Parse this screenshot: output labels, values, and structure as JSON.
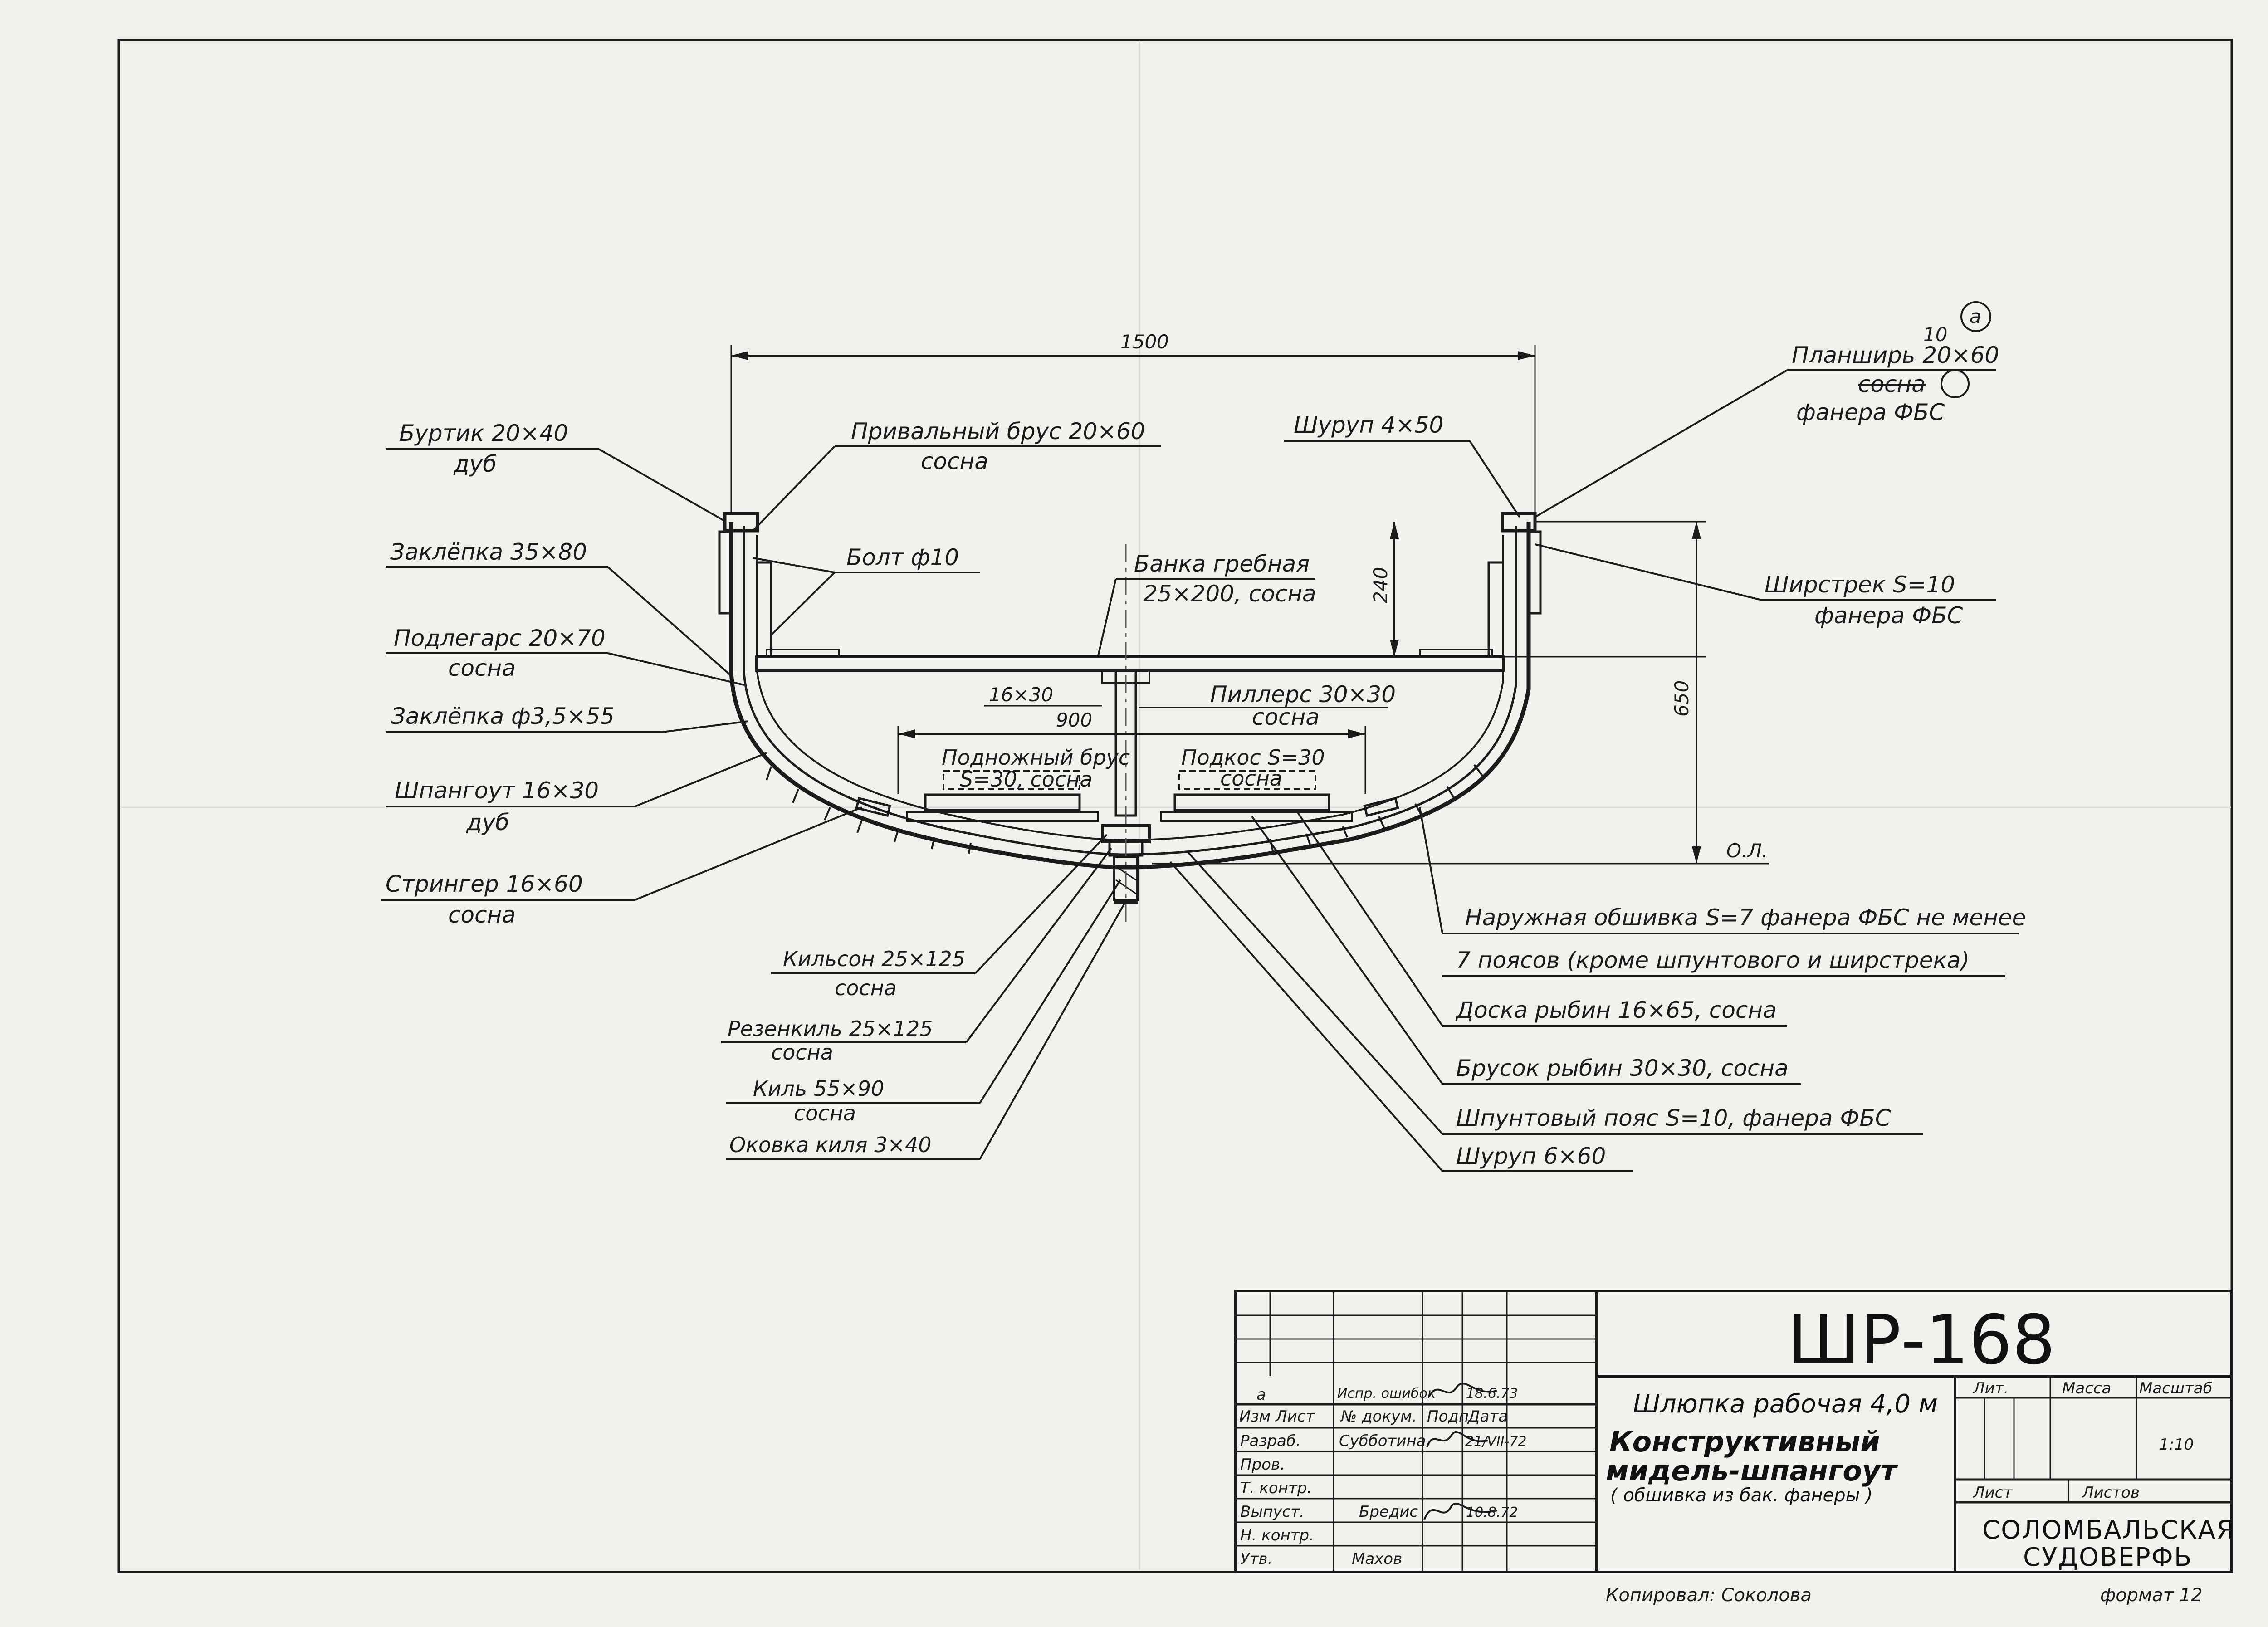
{
  "dimensions": {
    "width_1500": "1500",
    "height_240": "240",
    "height_650": "650",
    "width_900": "900",
    "pillar_16x30": "16×30",
    "baseline": "О.Л."
  },
  "labels_left": {
    "burtik_1": "Буртик 20×40",
    "burtik_2": "дуб",
    "privalny_1": "Привальный брус 20×60",
    "privalny_2": "сосна",
    "zaklepka_1": "Заклёпка 35×80",
    "bolt": "Болт ф10",
    "podlegars_1": "Подлегарс 20×70",
    "podlegars_2": "сосна",
    "zaklepka_2": "Заклёпка ф3,5×55",
    "shpangout_1": "Шпангоут 16×30",
    "shpangout_2": "дуб",
    "stringer_1": "Стрингер 16×60",
    "stringer_2": "сосна"
  },
  "labels_center": {
    "banka_1": "Банка гребная",
    "banka_2": "25×200, сосна",
    "pillers_1": "Пиллерс 30×30",
    "pillers_2": "сосна",
    "podnozh_1": "Подножный брус",
    "podnozh_2": "S=30, сосна",
    "podkos_1": "Подкос S=30",
    "podkos_2": "сосна",
    "kilson_1": "Кильсон 25×125",
    "kilson_2": "сосна",
    "rezenkil_1": "Резенкиль 25×125",
    "rezenkil_2": "сосна",
    "kil_1": "Киль 55×90",
    "kil_2": "сосна",
    "okovka": "Оковка киля 3×40"
  },
  "labels_right": {
    "planshir_a": "10",
    "planshir_1": "Планширь 20×60",
    "planshir_2": "сосна",
    "planshir_3": "фанера ФБС",
    "rev_mark": "а",
    "shurup_1": "Шуруп 4×50",
    "shirstrek_1": "Ширстрек S=10",
    "shirstrek_2": "фанера ФБС",
    "obshivka_1": "Наружная обшивка S=7 фанера ФБС не менее",
    "obshivka_2": "7 поясов (кроме шпунтового и ширстрека)",
    "doska": "Доска рыбин 16×65, сосна",
    "brusok": "Брусок рыбин 30×30, сосна",
    "shpuntovy": "Шпунтовый пояс S=10, фанера ФБС",
    "shurup_2": "Шуруп 6×60"
  },
  "title_block": {
    "code": "ШР-168",
    "title_1": "Шлюпка рабочая 4,0 м",
    "title_2": "Конструктивный",
    "title_3": "мидель-шпангоут",
    "title_4": "( обшивка из бак. фанеры )",
    "rev_letter": "а",
    "rev_doc": "Испр. ошибок",
    "rev_date": "18.6.73",
    "col_izm": "Изм",
    "col_list": "Лист",
    "col_doc": "№ докум.",
    "col_sign": "Подп.",
    "col_date": "Дата",
    "row_razrab": "Разраб.",
    "razrab_name": "Субботина",
    "razrab_date": "21/VII-72",
    "row_prov": "Пров.",
    "row_tkontr": "Т. контр.",
    "row_vypust": "Выпуст.",
    "vypust_name": "Бредис",
    "vypust_date": "10.8.72",
    "row_nkontr": "Н. контр.",
    "row_utv": "Утв.",
    "utv_name": "Махов",
    "lit": "Лит.",
    "massa": "Масса",
    "masshtab": "Масштаб",
    "scale": "1:10",
    "list": "Лист",
    "listov": "Листов",
    "org_1": "СОЛОМБАЛЬСКАЯ",
    "org_2": "СУДОВЕРФЬ"
  },
  "footer": {
    "copied": "Копировал: Соколова",
    "format": "формат 12"
  }
}
